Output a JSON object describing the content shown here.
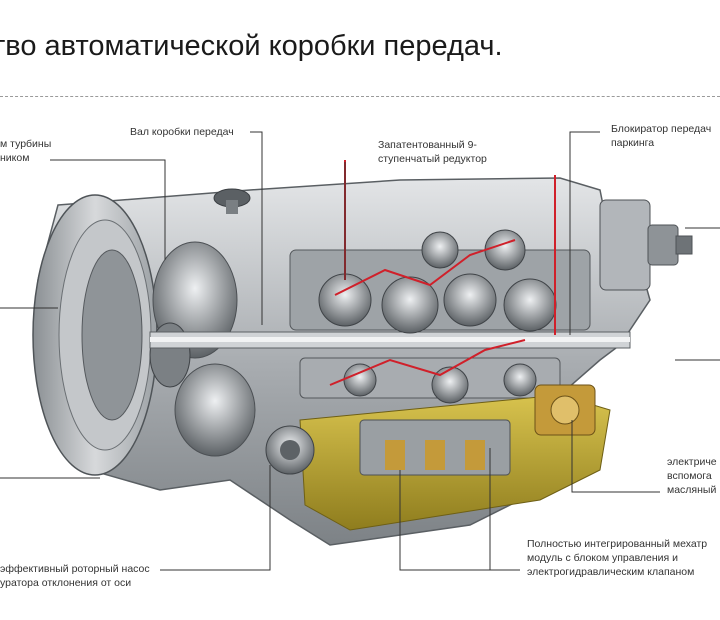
{
  "slide": {
    "title": "тво автоматической коробки передач."
  },
  "labels": {
    "turbine_line1": "м турбины",
    "turbine_line2": "ником",
    "shaft": "Вал коробки передач",
    "reducer_line1": "Запатентованный 9-",
    "reducer_line2": "ступенчатый редуктор",
    "parking_line1": "Блокиратор передач",
    "parking_line2": "паркинга",
    "electric_line1": "электриче",
    "electric_line2": "вспомога",
    "electric_line3": "масляный",
    "mechatronic_line1": "Полностью интегрированный мехатр",
    "mechatronic_line2": "модуль с блоком управления и",
    "mechatronic_line3": "электрогидравлическим клапаном",
    "pump_line1": "эффективный роторный насос",
    "pump_line2": "уратора отклонения от оси"
  },
  "colors": {
    "leader": "#333333",
    "highlight": "#d0202a",
    "housing": "#b9bcbf",
    "housing_dark": "#6e7377",
    "oil_pan": "#c9b23a"
  }
}
